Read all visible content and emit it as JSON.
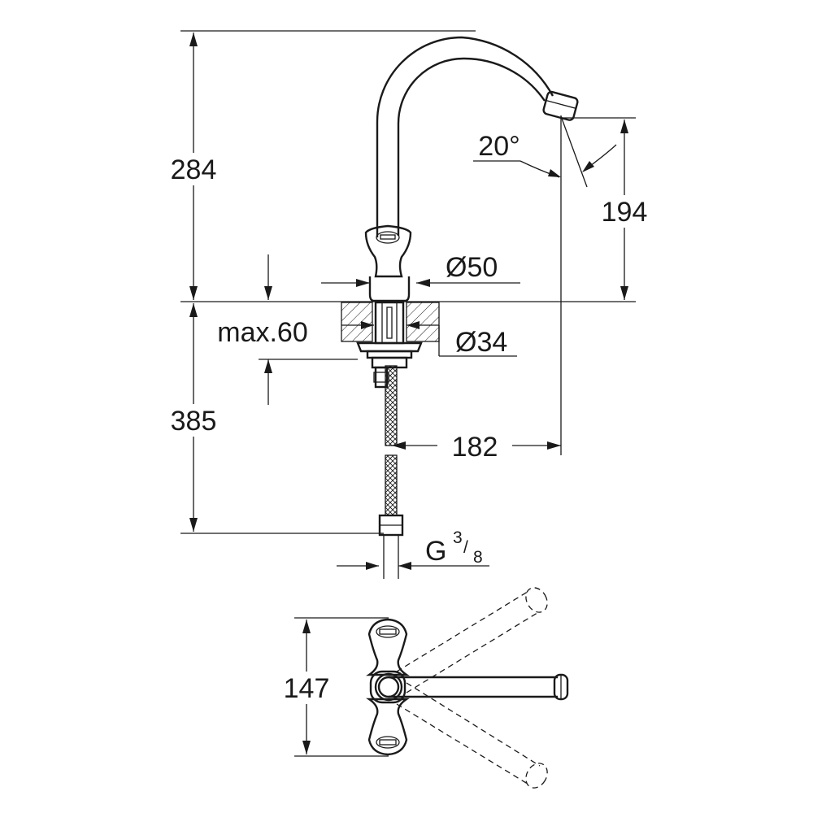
{
  "drawing": {
    "dimensions": {
      "total_height_above": "284",
      "spout_outlet_height": "194",
      "below_length": "385",
      "reach": "182",
      "base_diameter": "Ø50",
      "hole_diameter": "Ø34",
      "deck_thickness": "max.60",
      "spout_angle": "20°",
      "connection_thread": "G",
      "connection_numerator": "3",
      "connection_denominator": "8",
      "handle_width": "147"
    },
    "colors": {
      "line": "#1a1a1a",
      "background": "#ffffff"
    }
  }
}
